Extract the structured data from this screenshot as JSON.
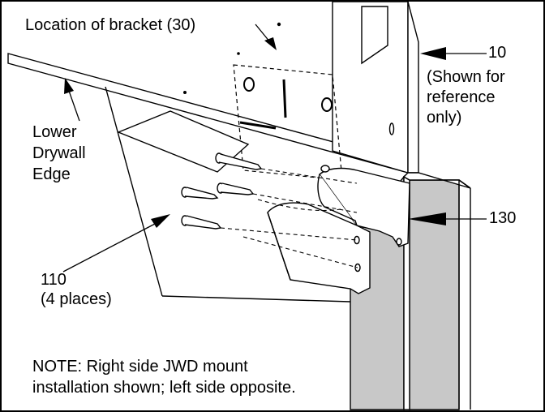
{
  "callouts": {
    "bracket_location": "Location of bracket (30)",
    "part_10_number": "10",
    "part_10_note": [
      "(Shown for",
      "reference",
      "only)"
    ],
    "lower_drywall_edge": [
      "Lower",
      "Drywall",
      "Edge"
    ],
    "part_130": "130",
    "part_110_number": "110",
    "part_110_qty": "(4 places)"
  },
  "note": [
    "NOTE: Right side JWD mount",
    "installation shown; left side opposite."
  ],
  "colors": {
    "line": "#000000",
    "background": "#ffffff",
    "shaded_surface": "#c8c8c8"
  }
}
